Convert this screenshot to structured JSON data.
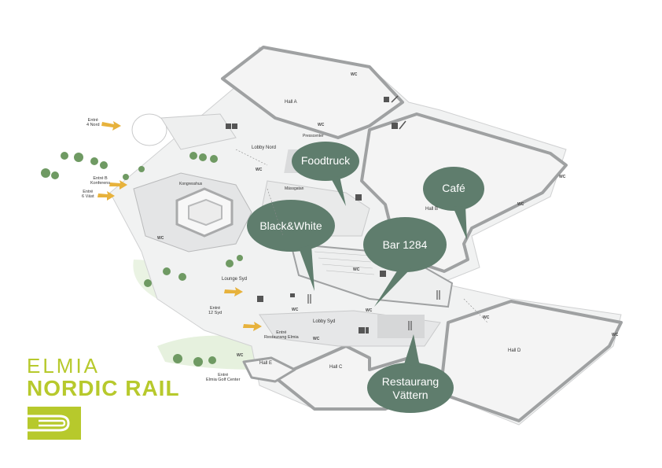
{
  "colors": {
    "callout": "#5f7d6d",
    "brand": "#b7c92c",
    "arrow": "#e7b23c",
    "tree": "#6f9a63",
    "floor": "#f1f2f2",
    "wall": "#a9aaab"
  },
  "brand": {
    "line1": "ELMIA",
    "line2": "NORDIC RAIL"
  },
  "callouts": {
    "foodtruck": "Foodtruck",
    "blackwhite": "Black&White",
    "cafe": "Café",
    "bar1284": "Bar 1284",
    "restaurang": "Restaurang\nVättern"
  },
  "halls": {
    "a": "Hall A",
    "b": "Hall B",
    "c": "Hall C",
    "d": "Hall D",
    "e": "Hall E"
  },
  "areas": {
    "lobby_nord": "Lobby Nord",
    "lobby_syd": "Lobby Syd",
    "lounge_syd": "Lounge Syd",
    "massgatan": "Mässgatan",
    "kongresshus": "Kongresshus",
    "presscenter": "Presscenter"
  },
  "entrances": {
    "nord": "Entré\n4 Nord",
    "konferens": "Entré B\nKonferens",
    "vast": "Entré\n6 Väst",
    "syd": "Entré\n12 Syd",
    "restaurang": "Entré\nRestaurang Elmia",
    "golf": "Entré\nElmia Golf Center"
  },
  "wc": "WC",
  "icons": [
    "wc-icon",
    "restaurant-icon",
    "info-icon",
    "elevator-icon",
    "escalator-icon",
    "cafe-icon"
  ]
}
